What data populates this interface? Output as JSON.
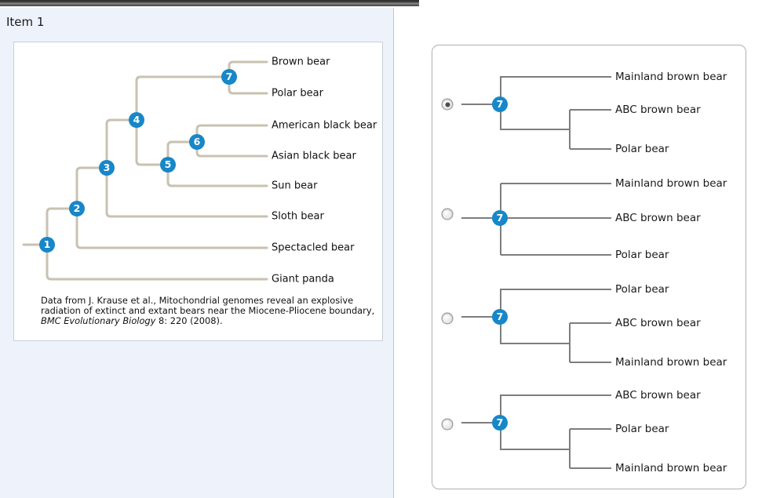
{
  "header": {
    "item_title": "Item 1"
  },
  "figure": {
    "node_labels": [
      "1",
      "2",
      "3",
      "4",
      "5",
      "6",
      "7"
    ],
    "leaves": [
      "Brown bear",
      "Polar bear",
      "American black bear",
      "Asian black bear",
      "Sun bear",
      "Sloth bear",
      "Spectacled bear",
      "Giant panda"
    ],
    "citation": {
      "line1": "Data from J. Krause et al., Mitochondrial genomes reveal an explosive",
      "line2": "radiation of extinct and extant bears near the Miocene-Pliocene boundary,",
      "journal": "BMC Evolutionary Biology",
      "suffix": " 8: 220 (2008)."
    }
  },
  "question": {
    "options": [
      {
        "selected": "true",
        "node_label": "7",
        "leaves": [
          "Mainland brown bear",
          "ABC brown bear",
          "Polar bear"
        ]
      },
      {
        "selected": "false",
        "node_label": "7",
        "leaves": [
          "Mainland brown bear",
          "ABC brown bear",
          "Polar bear"
        ]
      },
      {
        "selected": "false",
        "node_label": "7",
        "leaves": [
          "Polar bear",
          "ABC brown bear",
          "Mainland brown bear"
        ]
      },
      {
        "selected": "false",
        "node_label": "7",
        "leaves": [
          "ABC brown bear",
          "Polar bear",
          "Mainland brown bear"
        ]
      }
    ]
  },
  "colors": {
    "node_blue": "#1787c8",
    "figure_tree_line": "#c8c2b2",
    "answer_tree_line": "#7d7d7d",
    "panel_blue": "#eef3fb"
  }
}
